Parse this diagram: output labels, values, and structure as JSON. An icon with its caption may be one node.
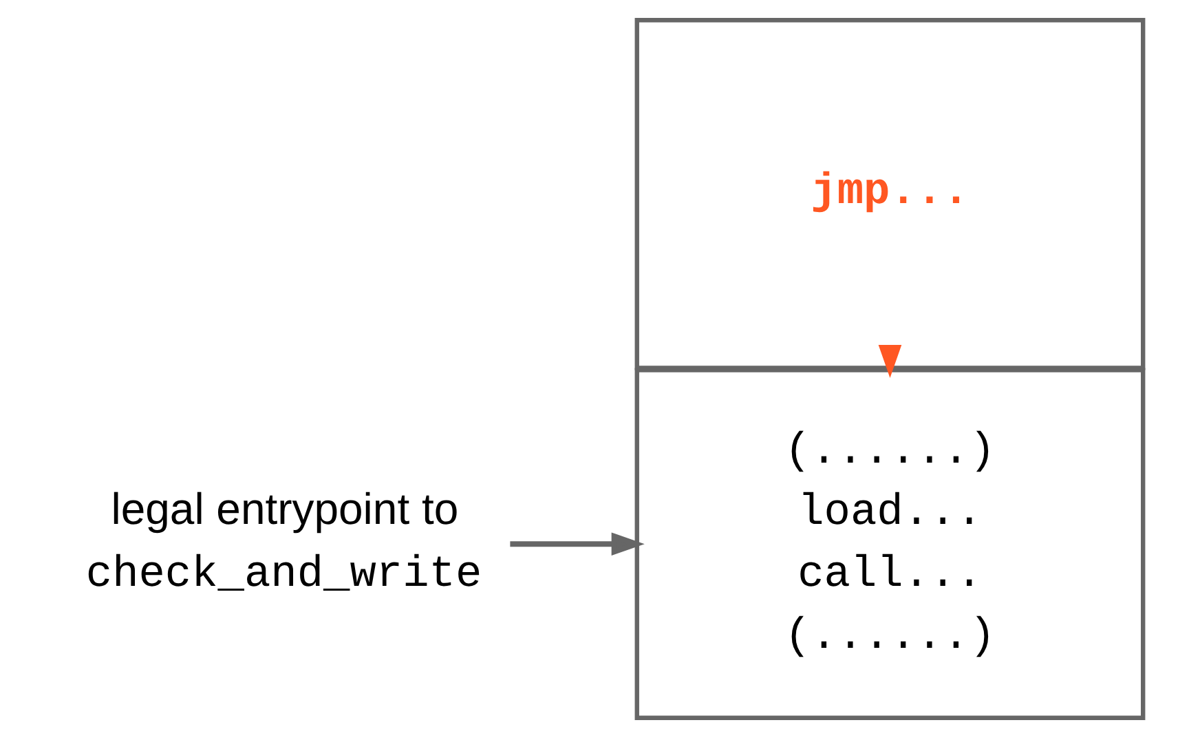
{
  "diagram": {
    "nodes": [
      {
        "text": [
          "legal entrypoint to",
          "check_and_write"
        ]
      },
      {
        "text": [
          "jmp..."
        ]
      },
      {
        "text": [
          "(......)",
          "load...",
          "call...",
          "(......)"
        ]
      }
    ],
    "edges": [
      {
        "from": 0,
        "to": 2,
        "arrow": "to"
      },
      {
        "from": 1,
        "to": 2,
        "arrow": "to",
        "color": "#ff5722"
      }
    ]
  }
}
